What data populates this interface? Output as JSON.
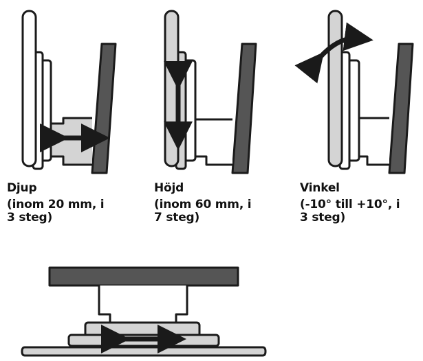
{
  "panels": [
    {
      "title": "Djup",
      "description": "(inom 20 mm, i\n3 steg)"
    },
    {
      "title": "Höjd",
      "description": "(inom 60 mm, i\n7 steg)"
    },
    {
      "title": "Vinkel",
      "description": "(-10° till +10°, i\n3 steg)"
    }
  ],
  "colors": {
    "stroke": "#1a1a1a",
    "wall": "#555555",
    "shade": "#d4d4d4",
    "panel": "#ffffff"
  }
}
